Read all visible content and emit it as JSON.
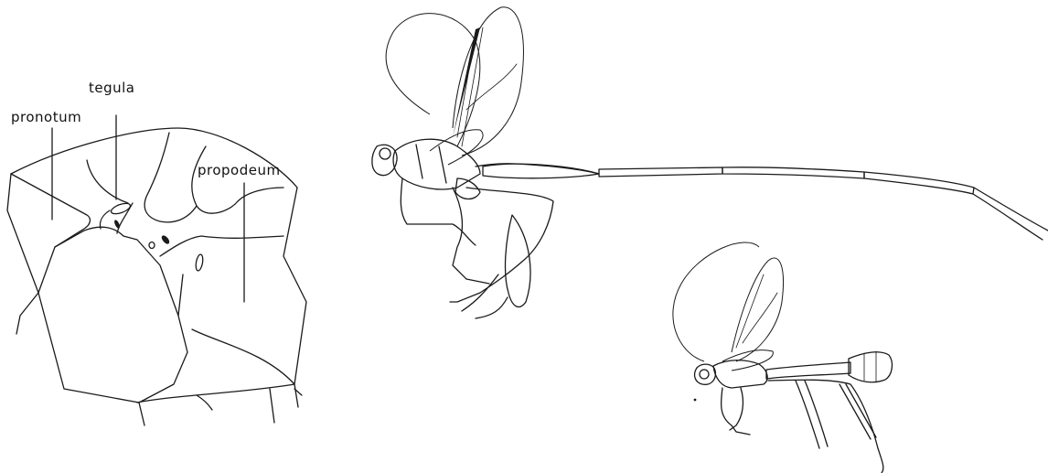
{
  "labels": {
    "pronotum": "pronotum",
    "tegula": "tegula",
    "propodeum": "propodeum"
  },
  "colors": {
    "ink": "#1a1a1a",
    "background": "#ffffff"
  }
}
